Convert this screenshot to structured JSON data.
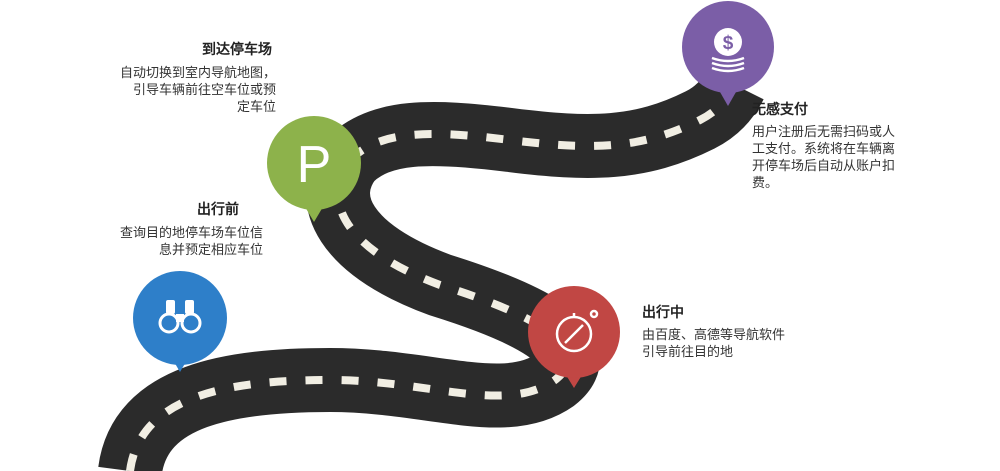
{
  "stages": [
    {
      "id": "before",
      "title": "出行前",
      "desc": [
        "查询目的地停车场车位信",
        "息并预定相应车位"
      ],
      "icon": "binoculars-icon",
      "color": "#2E7FC9"
    },
    {
      "id": "arrive",
      "title": "到达停车场",
      "desc": [
        "自动切换到室内导航地图，",
        "引导车辆前往空车位或预",
        "定车位"
      ],
      "icon": "parking-p-icon",
      "color": "#8DB24B",
      "glyph": "P"
    },
    {
      "id": "during",
      "title": "出行中",
      "desc": [
        "由百度、高德等导航软件",
        "引导前往目的地"
      ],
      "icon": "compass-icon",
      "color": "#C14744"
    },
    {
      "id": "pay",
      "title": "无感支付",
      "desc": [
        "用户注册后无需扫码或人",
        "工支付。系统将在车辆离",
        "开停车场后自动从账户扣",
        "费。"
      ],
      "icon": "dollar-coins-icon",
      "color": "#7B5EA7",
      "glyph": "$"
    }
  ],
  "colors": {
    "road": "#2B2B2B",
    "dash": "#F1EEE3"
  }
}
